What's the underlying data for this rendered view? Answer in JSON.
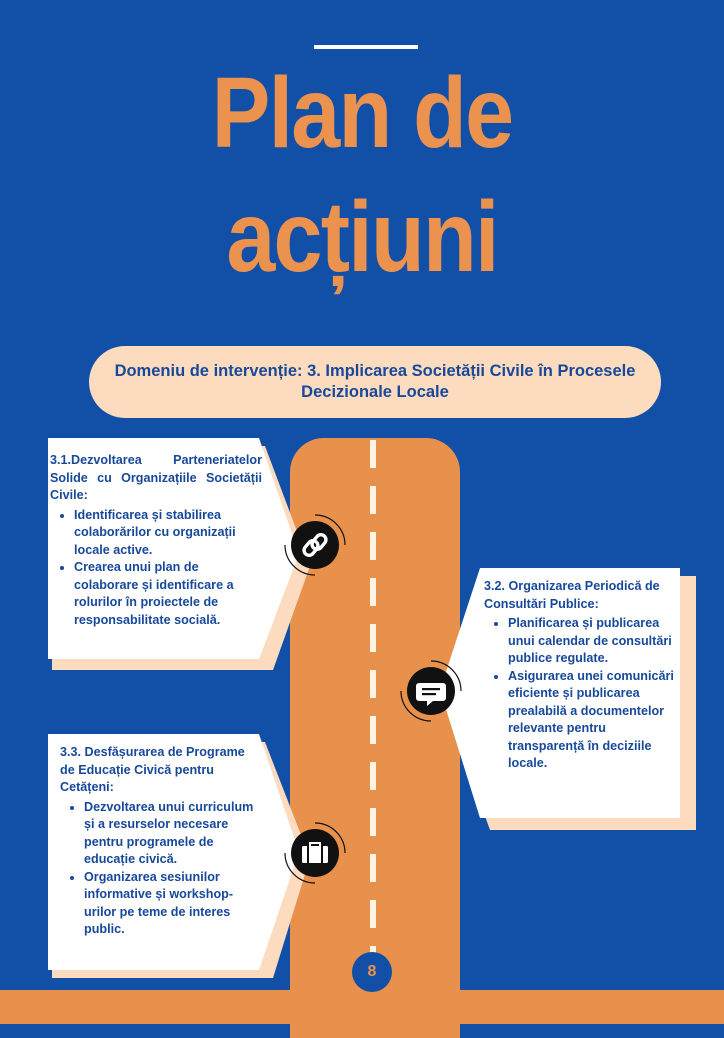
{
  "title": {
    "line1": "Plan de",
    "line2": "acțiuni"
  },
  "domain": "Domeniu de intervenție: 3. Implicarea Societății Civile în Procesele Decizionale Locale",
  "page_number": "8",
  "colors": {
    "background": "#1250a8",
    "accent_orange": "#eb924e",
    "road": "#e8914d",
    "banner": "#fddbbf",
    "text_blue": "#17489a"
  },
  "cards": [
    {
      "heading": "3.1.Dezvoltarea Parteneriatelor Solide cu Organizațiile Societății Civile:",
      "icon": "link-icon",
      "bullets": [
        "Identificarea și stabilirea colaborărilor cu organizații locale active.",
        "Crearea unui plan de colaborare și identificare a rolurilor în proiectele de responsabilitate socială."
      ]
    },
    {
      "heading": "3.2. Organizarea Periodică de Consultări Publice:",
      "icon": "chat-bubble-icon",
      "bullets": [
        "Planificarea și publicarea unui calendar de consultări publice regulate.",
        "Asigurarea unei comunicări eficiente și publicarea prealabilă a documentelor relevante pentru transparență în deciziile locale."
      ]
    },
    {
      "heading": "3.3. Desfășurarea de Programe de Educație Civică pentru Cetățeni:",
      "icon": "briefcase-icon",
      "bullets": [
        "Dezvoltarea unui curriculum și a resurselor necesare pentru programele de educație civică.",
        "Organizarea sesiunilor informative și workshop-urilor pe teme de interes public."
      ]
    }
  ]
}
